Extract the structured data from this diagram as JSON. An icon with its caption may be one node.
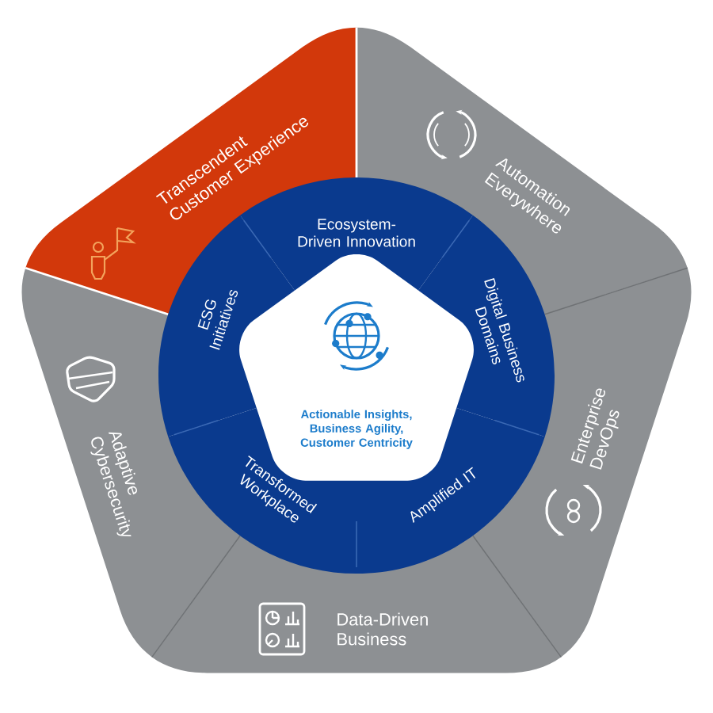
{
  "diagram": {
    "nodes": [
      {
        "text": [
          "Transcendent Customer Experience"
        ]
      },
      {
        "text": [
          "Automation Everywhere"
        ]
      },
      {
        "text": [
          "Adaptive Cybersecurity"
        ]
      },
      {
        "text": [
          "Enterprise DevOps"
        ]
      },
      {
        "text": [
          "Data-Driven Business"
        ]
      },
      {
        "text": [
          "Ecosystem-Driven Innovation"
        ]
      },
      {
        "text": [
          "ESG Initiatives"
        ]
      },
      {
        "text": [
          "Digital Business Domains"
        ]
      },
      {
        "text": [
          "Transformed Workplace"
        ]
      },
      {
        "text": [
          "Amplified IT"
        ]
      },
      {
        "text": [
          "Actionable Insights, Business Agility, Customer Centricity"
        ]
      }
    ]
  }
}
